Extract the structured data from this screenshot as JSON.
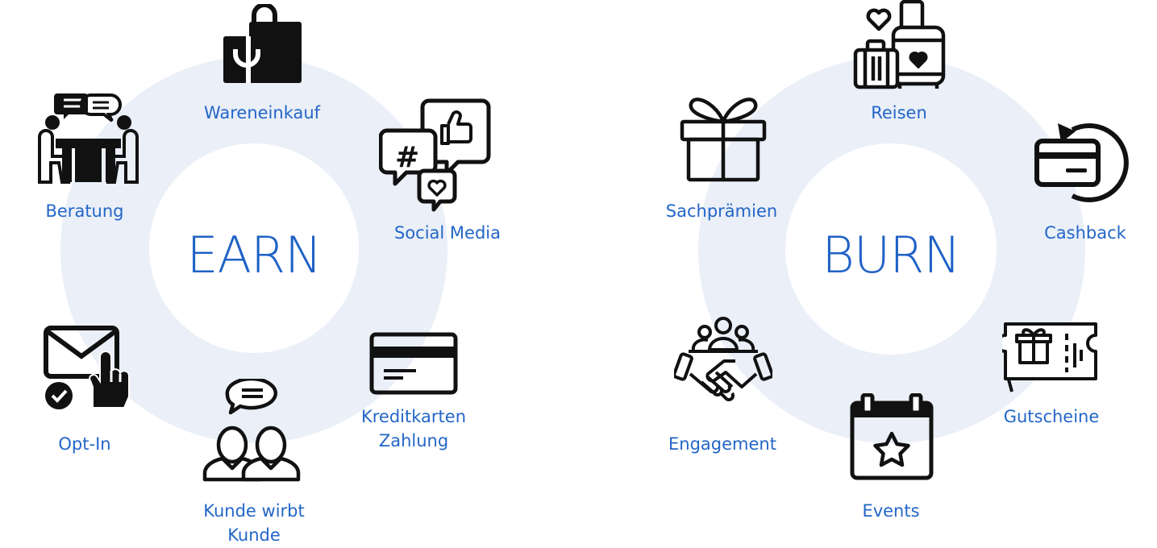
{
  "earn": {
    "center": "EARN",
    "items": [
      {
        "label": "Wareneinkauf",
        "icon": "shopping-bag-icon"
      },
      {
        "label": "Social Media",
        "icon": "social-media-bubbles-icon"
      },
      {
        "label": "Kreditkarten\nZahlung",
        "icon": "credit-card-icon"
      },
      {
        "label": "Kunde wirbt\nKunde",
        "icon": "referral-people-icon"
      },
      {
        "label": "Opt-In",
        "icon": "email-opt-in-icon"
      },
      {
        "label": "Beratung",
        "icon": "consultation-icon"
      }
    ]
  },
  "burn": {
    "center": "BURN",
    "items": [
      {
        "label": "Reisen",
        "icon": "travel-luggage-icon"
      },
      {
        "label": "Cashback",
        "icon": "cashback-card-icon"
      },
      {
        "label": "Gutscheine",
        "icon": "gift-voucher-icon"
      },
      {
        "label": "Events",
        "icon": "event-calendar-star-icon"
      },
      {
        "label": "Engagement",
        "icon": "handshake-community-icon"
      },
      {
        "label": "Sachprämien",
        "icon": "gift-box-icon"
      }
    ]
  },
  "colors": {
    "accent": "#2366c8",
    "ring": "#eaeff8",
    "icon": "#111111"
  }
}
